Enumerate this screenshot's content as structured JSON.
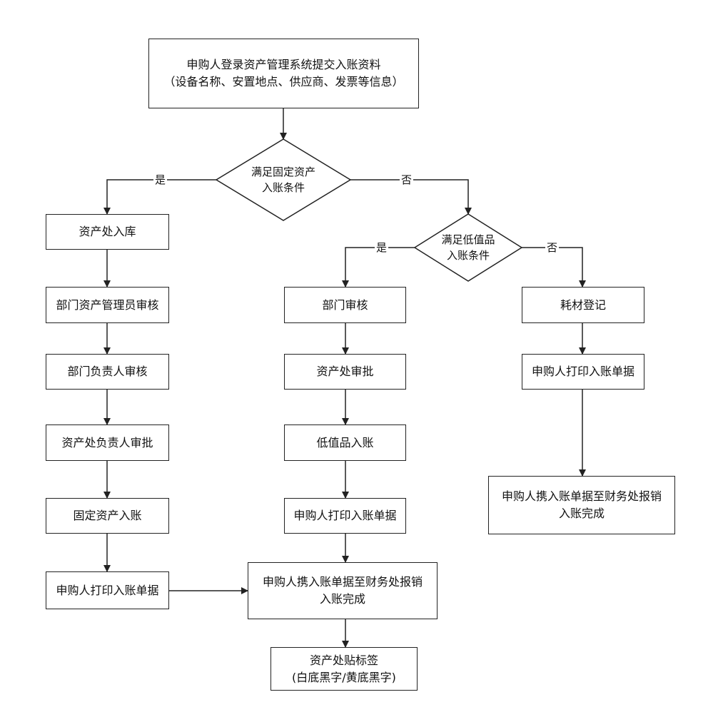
{
  "nodes": {
    "start": [
      "申购人登录资产管理系统提交入账资料",
      "（设备名称、安置地点、供应商、发票等信息）"
    ],
    "decision_fixed": [
      "满足固定资产",
      "入账条件"
    ],
    "decision_low": [
      "满足低值品",
      "入账条件"
    ],
    "fixed_steps": [
      "资产处入库",
      "部门资产管理员审核",
      "部门负责人审核",
      "资产处负责人审批",
      "固定资产入账",
      "申购人打印入账单据"
    ],
    "low_steps": [
      "部门审核",
      "资产处审批",
      "低值品入账",
      "申购人打印入账单据"
    ],
    "center_finish": [
      "申购人携入账单据至财务处报销",
      "入账完成"
    ],
    "label_step": [
      "资产处贴标签",
      "(白底黑字/黄底黑字)"
    ],
    "consumable_steps": [
      "耗材登记",
      "申购人打印入账单据"
    ],
    "consumable_finish": [
      "申购人携入账单据至财务处报销",
      "入账完成"
    ]
  },
  "labels": {
    "yes": "是",
    "no": "否"
  }
}
